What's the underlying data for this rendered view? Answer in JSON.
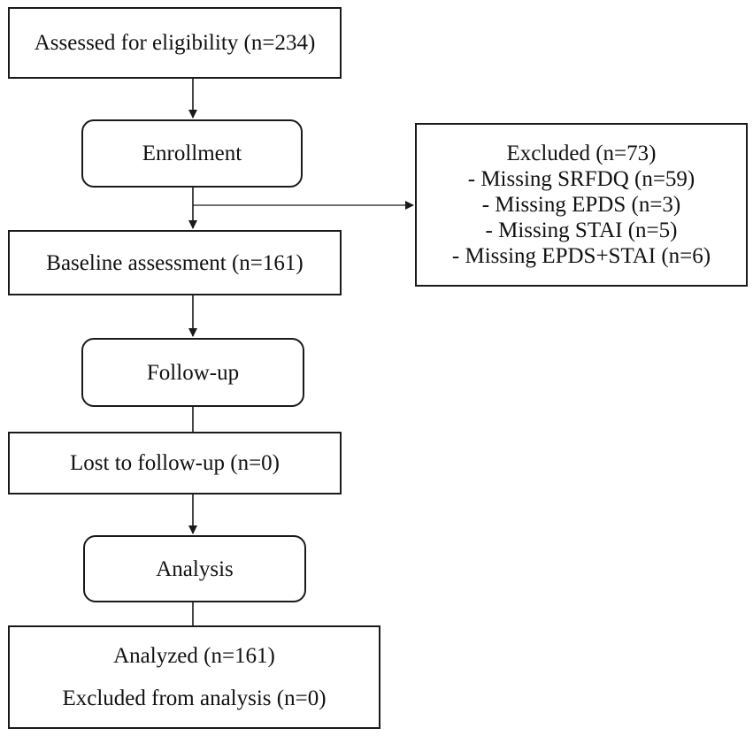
{
  "nodes": {
    "assessed": {
      "text": "Assessed for eligibility (n=234)"
    },
    "enrollment": {
      "text": "Enrollment"
    },
    "excluded": {
      "title": "Excluded (n=73)",
      "items": [
        "- Missing SRFDQ (n=59)",
        "- Missing EPDS (n=3)",
        "- Missing STAI (n=5)",
        "- Missing EPDS+STAI (n=6)"
      ]
    },
    "baseline": {
      "text": "Baseline assessment (n=161)"
    },
    "followup": {
      "text": "Follow-up"
    },
    "lost": {
      "text": "Lost to follow-up (n=0)"
    },
    "analysis": {
      "text": "Analysis"
    },
    "analyzed": {
      "line1": "Analyzed (n=161)",
      "line2": "Excluded from analysis (n=0)"
    }
  },
  "colors": {
    "stroke": "#1a1a1a",
    "background": "#ffffff",
    "text": "#111111"
  }
}
